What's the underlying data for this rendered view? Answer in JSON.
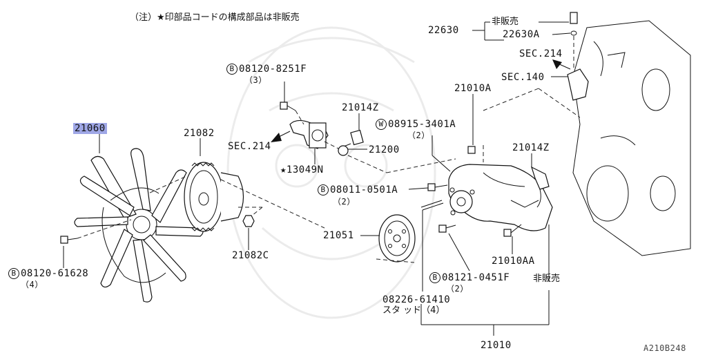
{
  "note": "（注）★印部品コードの構成部品は非販売",
  "labels": {
    "fan": "21060",
    "fan_bolt": "08120-61628",
    "fan_bolt_qty": "（4）",
    "fan_clutch": "21082",
    "fan_clutch_nut": "21082C",
    "pulley": "21051",
    "top_bolt": "08120-8251F",
    "top_bolt_qty": "（3）",
    "sec214_left": "SEC.214",
    "outlet": "★13049N",
    "sensor_top": "21014Z",
    "thermostat": "21200",
    "washer": "08915-3401A",
    "washer_qty": "（2）",
    "pump_bolt_top": "21010A",
    "pump_sensor": "21014Z",
    "bolt_0501": "08011-0501A",
    "bolt_0501_qty": "（2）",
    "bolt_0451": "08121-0451F",
    "bolt_0451_qty": "（2）",
    "bolt_aa": "21010AA",
    "not_sold_right": "非販売",
    "stud": "08226-61410",
    "stud_sub": "スタ ッド（4）",
    "water_pump": "21010",
    "p22630": "22630",
    "p22630_not_sold": "非販売",
    "p22630a": "22630A",
    "sec214_right": "SEC.214",
    "sec140": "SEC.140",
    "diagram_code": "A210B248"
  },
  "markers": {
    "bolt": "B",
    "washer": "W"
  },
  "colors": {
    "highlight": "#9fa7e6",
    "ink": "#111111"
  }
}
